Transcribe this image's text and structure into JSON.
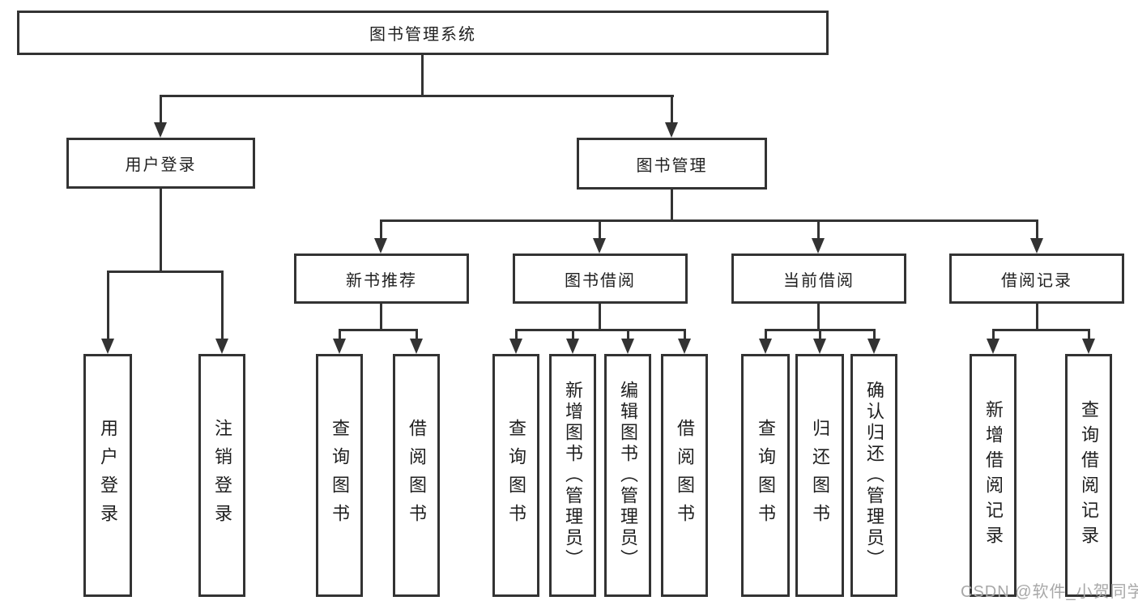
{
  "colors": {
    "line": "#333333",
    "box_background": "#ffffff",
    "text": "#1f1f1f",
    "watermark": "#a8a8a8"
  },
  "diagram": {
    "type": "hierarchy-tree",
    "root": {
      "label": "图书管理系统"
    },
    "branches": [
      {
        "label": "用户登录",
        "children": [
          {
            "label": "用户登录"
          },
          {
            "label": "注销登录"
          }
        ]
      },
      {
        "label": "图书管理",
        "children": [
          {
            "label": "新书推荐",
            "children": [
              {
                "label": "查询图书"
              },
              {
                "label": "借阅图书"
              }
            ]
          },
          {
            "label": "图书借阅",
            "children": [
              {
                "label": "查询图书"
              },
              {
                "label": "新增图书（管理员）"
              },
              {
                "label": "编辑图书（管理员）"
              },
              {
                "label": "借阅图书"
              }
            ]
          },
          {
            "label": "当前借阅",
            "children": [
              {
                "label": "查询图书"
              },
              {
                "label": "归还图书"
              },
              {
                "label": "确认归还（管理员）"
              }
            ]
          },
          {
            "label": "借阅记录",
            "children": [
              {
                "label": "新增借阅记录"
              },
              {
                "label": "查询借阅记录"
              }
            ]
          }
        ]
      }
    ]
  },
  "watermark": {
    "text": "CSDN @软件_小贺同学"
  }
}
